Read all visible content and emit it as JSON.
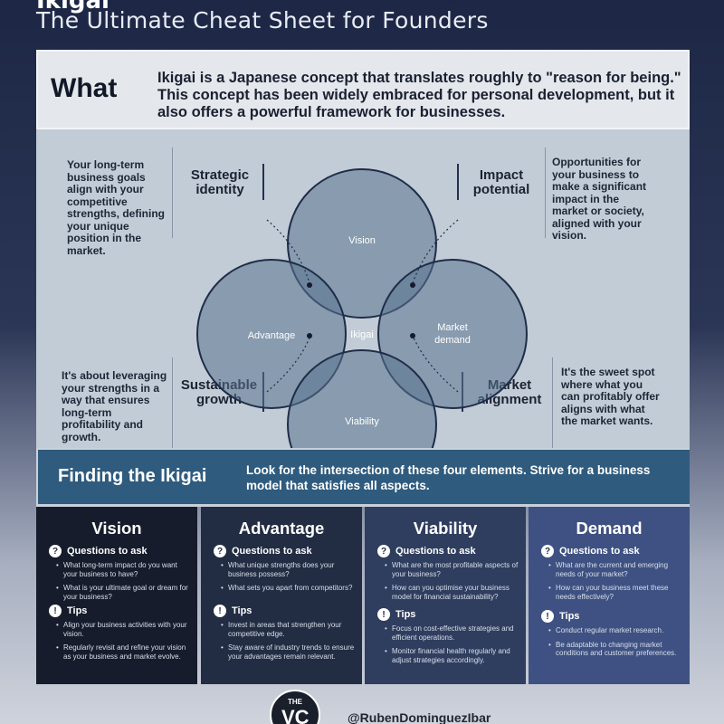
{
  "header": {
    "title_cut": "Ikigai",
    "subtitle": "The Ultimate Cheat Sheet for Founders"
  },
  "what": {
    "label": "What",
    "text": "Ikigai is a Japanese concept that translates roughly to \"reason for being.\" This concept has been widely embraced for personal development, but it also offers a powerful framework for businesses."
  },
  "diagram": {
    "circles": {
      "vision": "Vision",
      "advantage": "Advantage",
      "market_demand": "Market demand",
      "viability": "Viability",
      "center": "Ikigai"
    },
    "strategic_identity": {
      "label": "Strategic identity",
      "desc": "Your long-term business goals align with your competitive strengths, defining your unique position in the market."
    },
    "impact_potential": {
      "label": "Impact potential",
      "desc": "Opportunities for your business to make a significant impact in the market or society, aligned with your vision."
    },
    "sustainable_growth": {
      "label": "Sustainable growth",
      "desc": "It's about leveraging your strengths in a way that ensures long-term profitability and growth."
    },
    "market_alignment": {
      "label": "Market alignment",
      "desc": "It's the sweet spot where what you can profitably offer aligns with what the market wants."
    },
    "colors": {
      "circle_fill": "#5a7390",
      "circle_stroke": "#1f2d48",
      "overlap_dark": "#2f4766"
    }
  },
  "finding": {
    "title": "Finding the Ikigai",
    "text": "Look for the intersection of these four elements. Strive for a business model that satisfies all aspects."
  },
  "columns": [
    {
      "title": "Vision",
      "questions_label": "Questions to ask",
      "questions": [
        "What long-term impact do you want your business to have?",
        "What is your ultimate goal or dream for your business?"
      ],
      "tips_label": "Tips",
      "tips": [
        "Align your business activities with your vision.",
        "Regularly revisit and refine your vision as your business and market evolve."
      ],
      "bg": "#161c2b"
    },
    {
      "title": "Advantage",
      "questions_label": "Questions to ask",
      "questions": [
        "What unique strengths does your business possess?",
        "What sets you apart from competitors?"
      ],
      "tips_label": "Tips",
      "tips": [
        "Invest in areas that strengthen your competitive edge.",
        "Stay aware of industry trends to ensure your advantages remain relevant."
      ],
      "bg": "#222c42"
    },
    {
      "title": "Viability",
      "questions_label": "Questions to ask",
      "questions": [
        "What are the most profitable aspects of your business?",
        "How can you optimise your business model for financial sustainability?"
      ],
      "tips_label": "Tips",
      "tips": [
        "Focus on cost-effective strategies and efficient operations.",
        "Monitor financial health regularly and adjust strategies accordingly."
      ],
      "bg": "#2f3d5f"
    },
    {
      "title": "Demand",
      "questions_label": "Questions to ask",
      "questions": [
        "What are the current and emerging needs of your market?",
        "How can your business meet these needs effectively?"
      ],
      "tips_label": "Tips",
      "tips": [
        "Conduct regular market research.",
        "Be adaptable to changing market conditions and customer preferences."
      ],
      "bg": "#3e5182"
    }
  ],
  "footer": {
    "logo_the": "THE",
    "logo_vc": "VC",
    "handle": "@RubenDominguezIbar"
  }
}
